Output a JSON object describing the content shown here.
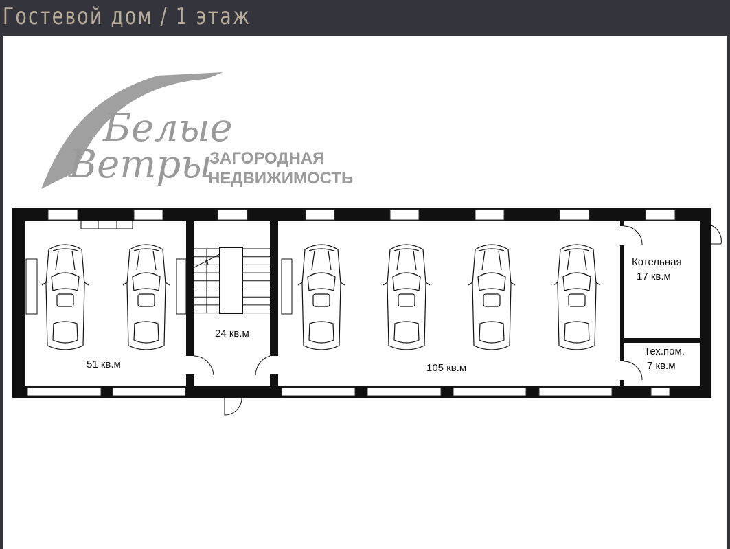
{
  "header": {
    "title": "Гостевой дом / 1 этаж"
  },
  "logo": {
    "line1": "Белые",
    "line2": "Ветры",
    "tagline1": "ЗАГОРОДНАЯ",
    "tagline2": "НЕДВИЖИМОСТЬ"
  },
  "rooms": [
    {
      "name": "",
      "area": "51 кв.м"
    },
    {
      "name": "",
      "area": "24 кв.м"
    },
    {
      "name": "",
      "area": "105 кв.м"
    },
    {
      "name": "Котельная",
      "area": "17 кв.м"
    },
    {
      "name": "Тех.пом.",
      "area": "7 кв.м"
    }
  ],
  "colors": {
    "header_bg": "#34343c",
    "title": "#b8ad9a",
    "logo": "#9a9a9a",
    "wall": "#111111"
  }
}
